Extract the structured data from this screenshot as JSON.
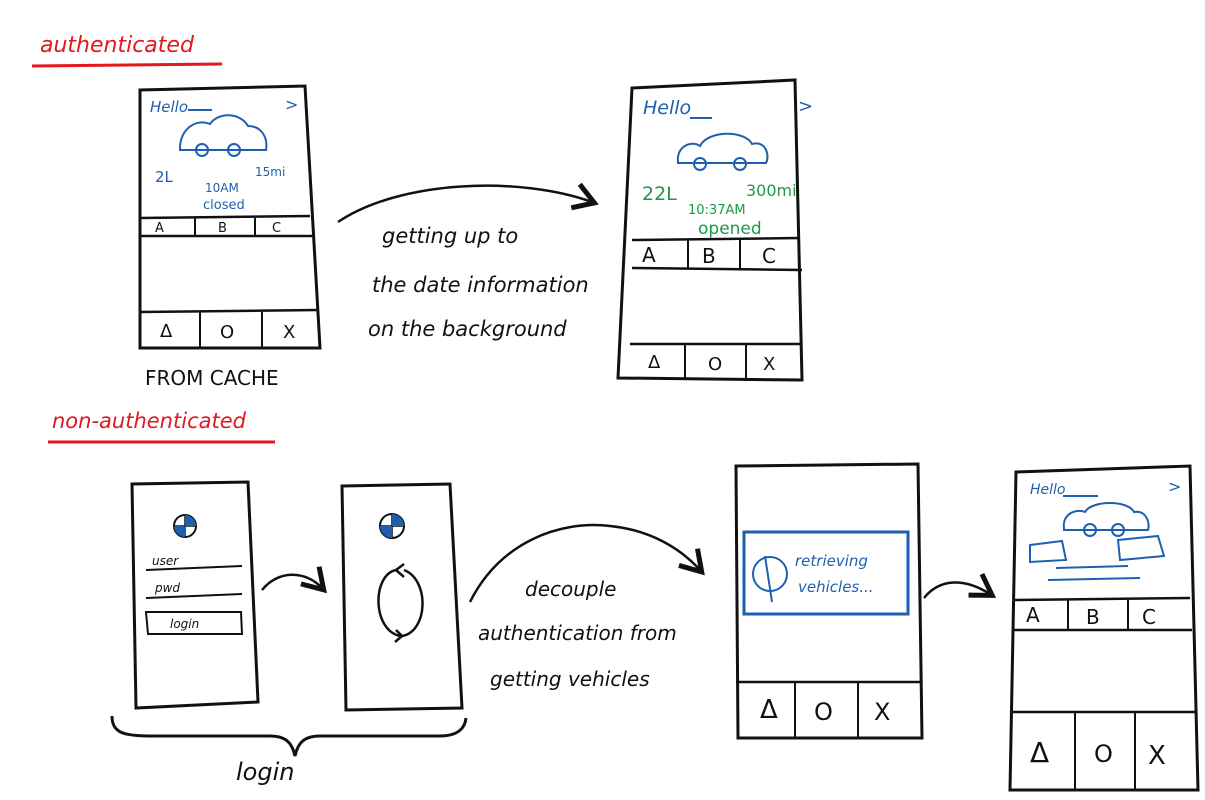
{
  "colors": {
    "ink": "#111111",
    "red": "#e0191f",
    "blue": "#1f5fb0",
    "green": "#1a9a48"
  },
  "sections": {
    "authenticated": "authenticated",
    "non_authenticated": "non-authenticated"
  },
  "phones": {
    "cached": {
      "hello": "Hello",
      "chevron": ">",
      "fuel": "2L",
      "range": "15mi",
      "time": "10AM",
      "door_status": "closed",
      "tabs": [
        "A",
        "B",
        "C"
      ],
      "nav": [
        "Δ",
        "O",
        "X"
      ]
    },
    "updated": {
      "hello": "Hello",
      "chevron": ">",
      "fuel": "22L",
      "range": "300mi",
      "time": "10:37AM",
      "door_status": "opened",
      "tabs": [
        "A",
        "B",
        "C"
      ],
      "nav": [
        "Δ",
        "O",
        "X"
      ]
    },
    "login": {
      "user": "user",
      "pwd": "pwd",
      "login_button": "login"
    },
    "retrieving": {
      "message_line1": "retrieving",
      "message_line2": "vehicles...",
      "nav": [
        "Δ",
        "O",
        "X"
      ]
    },
    "loaded": {
      "hello": "Hello",
      "chevron": ">",
      "tabs": [
        "A",
        "B",
        "C"
      ],
      "nav": [
        "Δ",
        "O",
        "X"
      ]
    }
  },
  "captions": {
    "from_cache": "FROM CACHE",
    "login_group": "login"
  },
  "arrows": {
    "background_update_line1": "getting up to",
    "background_update_line2": "the date information",
    "background_update_line3": "on the background",
    "decouple_line1": "decouple",
    "decouple_line2": "authentication from",
    "decouple_line3": "getting vehicles"
  }
}
